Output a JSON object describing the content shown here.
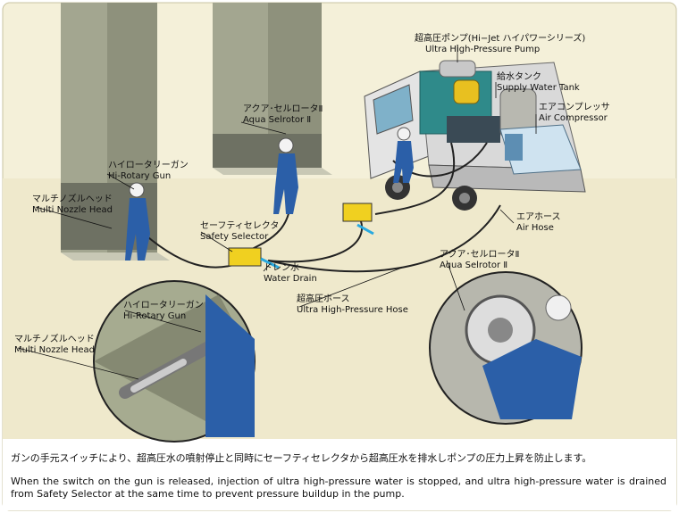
{
  "labels": {
    "pump": {
      "jp": "超高圧ポンプ(Hi−Jet ハイパワーシリーズ)",
      "en": "Ultra High-Pressure Pump"
    },
    "tank": {
      "jp": "給水タンク",
      "en": "Supply Water Tank"
    },
    "compressor": {
      "jp": "エアコンプレッサ",
      "en": "Air Compressor"
    },
    "selrotor_top": {
      "jp": "アクア･セルロータⅡ",
      "en": "Aqua Selrotor Ⅱ"
    },
    "gun_top": {
      "jp": "ハイロータリーガン",
      "en": "Hi-Rotary Gun"
    },
    "nozzle_top": {
      "jp": "マルチノズルヘッド",
      "en": "Multi Nozzle Head"
    },
    "selector": {
      "jp": "セーフティセレクタ",
      "en": "Safety Selector"
    },
    "drain": {
      "jp": "ドレン水",
      "en": "Water Drain"
    },
    "air_hose": {
      "jp": "エアホース",
      "en": "Air Hose"
    },
    "hp_hose": {
      "jp": "超高圧ホース",
      "en": "Ultra High-Pressure Hose"
    },
    "selrotor_bottom": {
      "jp": "アクア･セルロータⅡ",
      "en": "Aqua Selrotor Ⅱ"
    },
    "gun_bottom": {
      "jp": "ハイロータリーガン",
      "en": "Hi-Rotary Gun"
    },
    "nozzle_bottom": {
      "jp": "マルチノズルヘッド",
      "en": "Multi Nozzle Head"
    }
  },
  "caption": {
    "jp": "ガンの手元スイッチにより、超高圧水の噴射停止と同時にセーフティセレクタから超高圧水を排水しポンプの圧力上昇を防止します。",
    "en": "When the switch on the gun is released, injection of ultra high-pressure water is stopped, and ultra high-pressure water is drained from Safety Selector at the same time to prevent pressure buildup in the pump."
  },
  "colors": {
    "background": "#f4f0d9",
    "pillar": "#9ea08c",
    "worker": "#2b5fa8",
    "truck": "#e8e8e8",
    "pump": "#2f8a8a",
    "selector": "#f0d020",
    "hose": "#222222",
    "water": "#29a9df"
  }
}
